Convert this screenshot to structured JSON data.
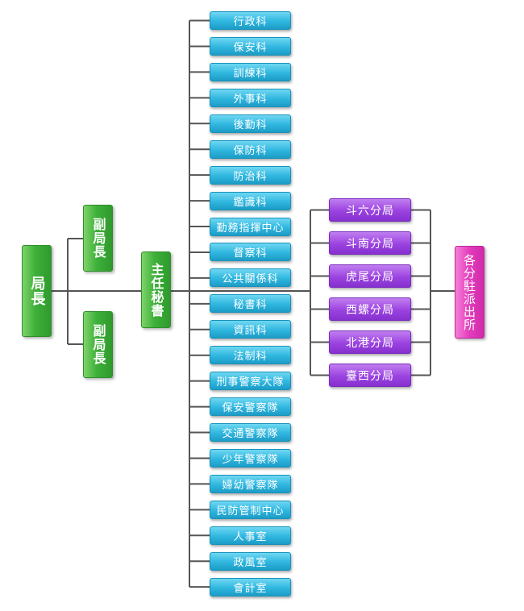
{
  "chief": "局長",
  "deputies": [
    "副局長",
    "副局長"
  ],
  "chief_secretary": "主任秘書",
  "units": [
    "行政科",
    "保安科",
    "訓練科",
    "外事科",
    "後勤科",
    "保防科",
    "防治科",
    "鑑識科",
    "勤務指揮中心",
    "督察科",
    "公共關係科",
    "秘書科",
    "資訊科",
    "法制科",
    "刑事警察大隊",
    "保安警察隊",
    "交通警察隊",
    "少年警察隊",
    "婦幼警察隊",
    "民防管制中心",
    "人事室",
    "政風室",
    "會計室"
  ],
  "branches": [
    "斗六分局",
    "斗南分局",
    "虎尾分局",
    "西螺分局",
    "北港分局",
    "臺西分局"
  ],
  "substations": "各分駐派出所",
  "colors": {
    "line": "#555555",
    "green": "#3eb03a",
    "cyan": "#2fb6df",
    "purple": "#9b43e0",
    "pink": "#e23cbc"
  }
}
